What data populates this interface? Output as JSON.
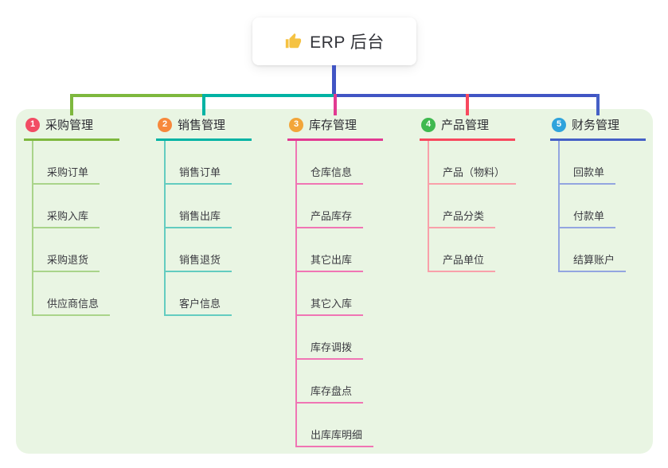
{
  "root": {
    "label": "ERP 后台",
    "icon": "thumbs-up",
    "icon_color": "#F5C242"
  },
  "colors": {
    "panel_bg": "#E9F5E3",
    "connector": "#4155C4"
  },
  "branches": [
    {
      "index": "1",
      "label": "采购管理",
      "badge_color": "#F24C64",
      "line_color": "#7EB83E",
      "child_line_color": "#A9D48A",
      "children": [
        "采购订单",
        "采购入库",
        "采购退货",
        "供应商信息"
      ]
    },
    {
      "index": "2",
      "label": "销售管理",
      "badge_color": "#F7883C",
      "line_color": "#00B3A4",
      "child_line_color": "#63CCC0",
      "children": [
        "销售订单",
        "销售出库",
        "销售退货",
        "客户信息"
      ]
    },
    {
      "index": "3",
      "label": "库存管理",
      "badge_color": "#F2A53A",
      "line_color": "#E23A92",
      "child_line_color": "#F075B4",
      "children": [
        "仓库信息",
        "产品库存",
        "其它出库",
        "其它入库",
        "库存调拨",
        "库存盘点",
        "出库库明细"
      ]
    },
    {
      "index": "4",
      "label": "产品管理",
      "badge_color": "#3FB950",
      "line_color": "#F8485E",
      "child_line_color": "#F9A0AA",
      "children": [
        "产品（物料）",
        "产品分类",
        "产品单位"
      ]
    },
    {
      "index": "5",
      "label": "财务管理",
      "badge_color": "#2FA3DC",
      "line_color": "#4560C6",
      "child_line_color": "#93A5E0",
      "children": [
        "回款单",
        "付款单",
        "结算账户"
      ]
    }
  ]
}
